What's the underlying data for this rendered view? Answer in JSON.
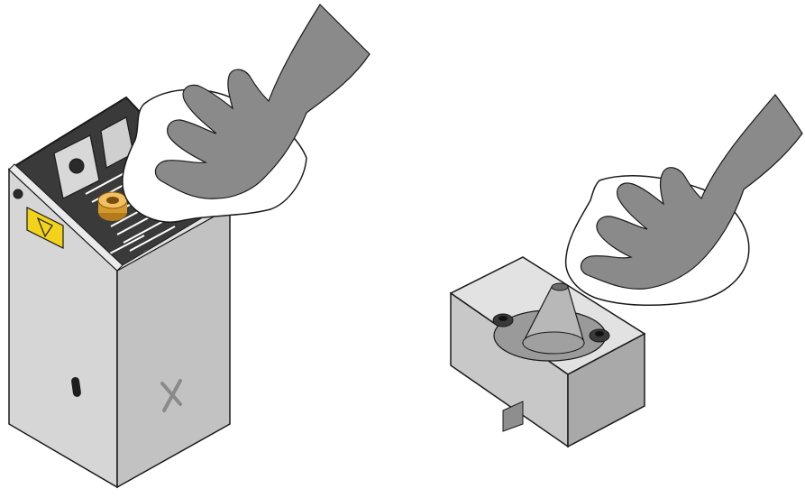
{
  "scene": {
    "figures": [
      {
        "name": "laser-module-housing",
        "action": "wiping-with-cloth"
      },
      {
        "name": "nozzle-block",
        "action": "wiping-nozzle-with-cloth"
      }
    ]
  },
  "logo": {
    "brand_mark": "X"
  },
  "colors": {
    "metal_light": "#dcdcdc",
    "metal_mid": "#c4c4c4",
    "metal_dark": "#8e8e8e",
    "hand": "#8a8a8a",
    "cloth": "#ffffff",
    "outline": "#1a1a1a",
    "warning_yellow": "#f2d21a",
    "brass": "#d49a2c"
  }
}
